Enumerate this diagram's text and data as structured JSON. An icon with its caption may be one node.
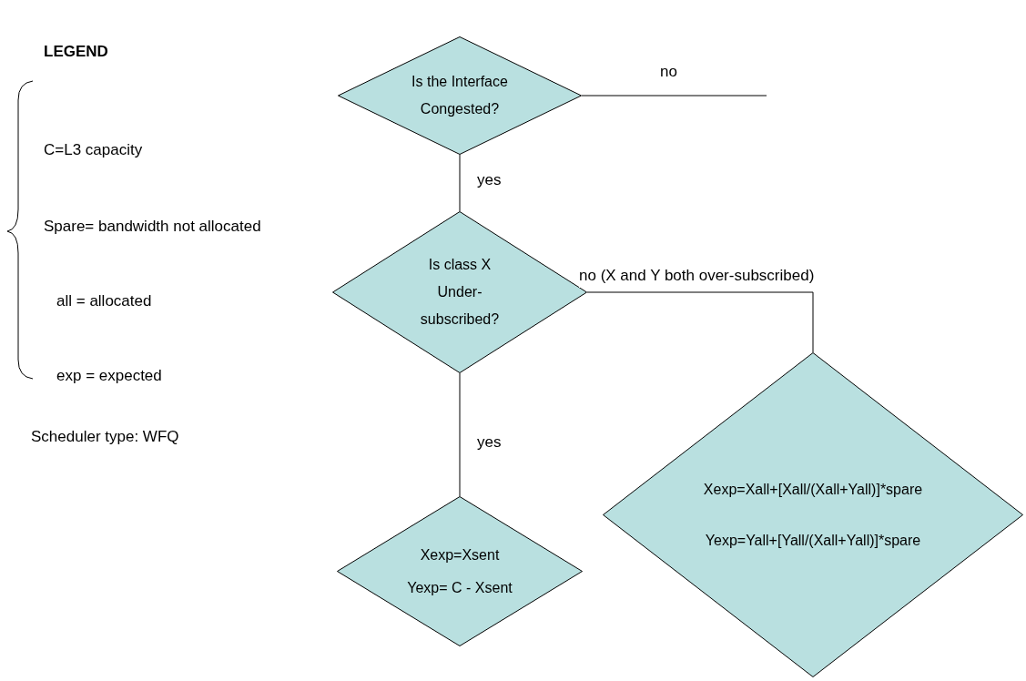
{
  "diagram": {
    "nodes": [
      {
        "text": [
          "Is the Interface Congested?"
        ]
      },
      {
        "text": [
          "Is class X Under-subscribed?"
        ]
      },
      {
        "text": [
          "Xexp=Xall+[Xall/(Xall+Yall)]*spare",
          "Yexp=Yall+[Yall/(Xall+Yall)]*spare"
        ]
      },
      {
        "text": [
          "Xexp=Xsent",
          "Yexp= C - Xsent"
        ]
      }
    ],
    "edges": [
      {
        "from": 0,
        "to": null,
        "arrow": "none",
        "label": "no"
      },
      {
        "from": 0,
        "to": 1,
        "arrow": "none",
        "label": "yes"
      },
      {
        "from": 1,
        "to": 2,
        "arrow": "none",
        "label": "no (X and Y both over-subscribed)"
      },
      {
        "from": 1,
        "to": 3,
        "arrow": "none",
        "label": "yes"
      }
    ],
    "labels": [
      "LEGEND",
      "C=L3 capacity",
      "Spare= bandwidth not allocated",
      "all = allocated",
      "exp = expected",
      "Scheduler type: WFQ"
    ]
  }
}
